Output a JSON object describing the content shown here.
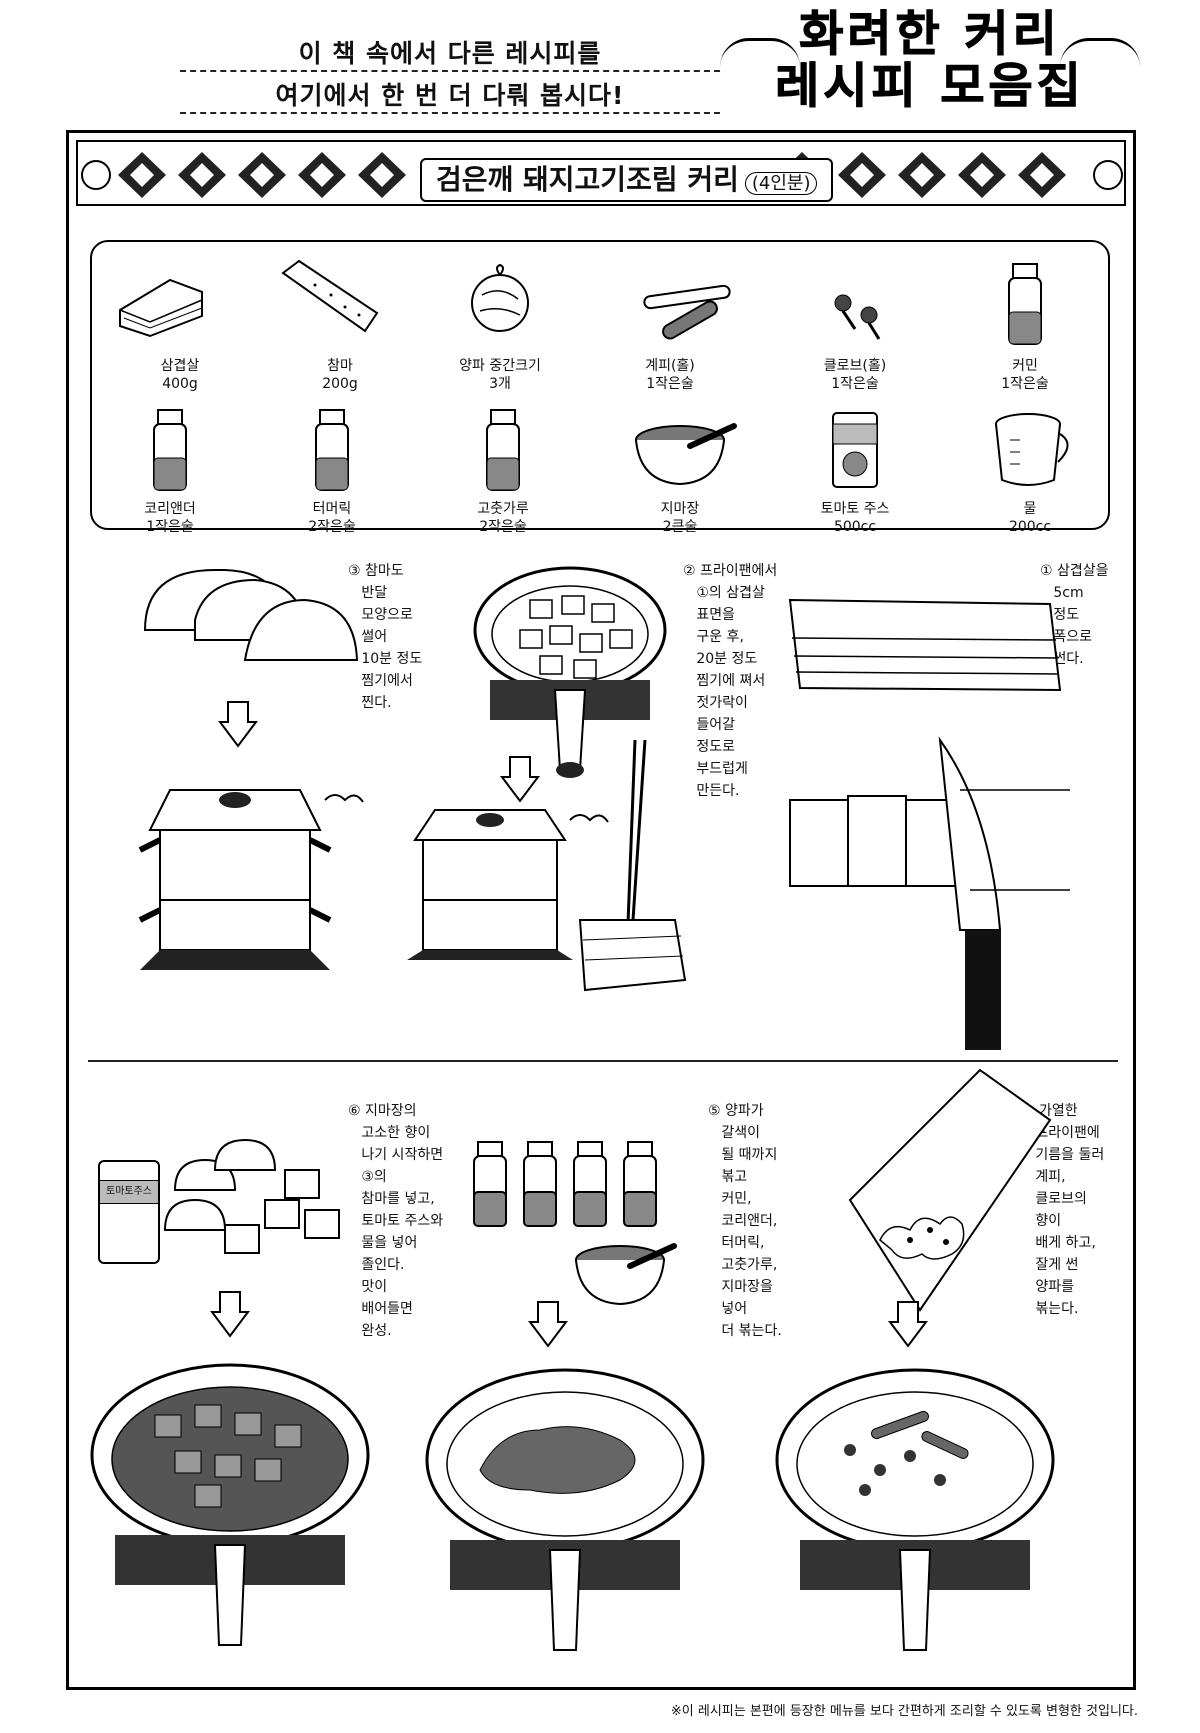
{
  "header": {
    "intro_line1": "이 책 속에서 다른 레시피를",
    "intro_line2": "여기에서 한 번 더 다뤄 봅시다!",
    "brand_line1": "화려한 커리",
    "brand_line2": "레시피 모음집"
  },
  "recipe": {
    "title": "검은깨 돼지고기조림 커리",
    "servings": "(4인분)"
  },
  "ingredients": [
    {
      "name": "삼겹살",
      "qty": "400g",
      "icon": "pork-belly-icon"
    },
    {
      "name": "참마",
      "qty": "200g",
      "icon": "yam-icon"
    },
    {
      "name": "양파 중간크기",
      "qty": "3개",
      "icon": "onion-icon"
    },
    {
      "name": "계피(홀)",
      "qty": "1작은술",
      "icon": "cinnamon-icon"
    },
    {
      "name": "클로브(홀)",
      "qty": "1작은술",
      "icon": "clove-icon"
    },
    {
      "name": "커민",
      "qty": "1작은술",
      "icon": "spice-jar-icon"
    },
    {
      "name": "코리앤더",
      "qty": "1작은술",
      "icon": "spice-jar-icon"
    },
    {
      "name": "터머릭",
      "qty": "2작은술",
      "icon": "spice-jar-icon"
    },
    {
      "name": "고춧가루",
      "qty": "2작은술",
      "icon": "spice-jar-icon"
    },
    {
      "name": "지마장",
      "qty": "2큰술",
      "icon": "sesame-paste-bowl-icon"
    },
    {
      "name": "토마토 주스",
      "qty": "500cc",
      "icon": "tomato-juice-can-icon"
    },
    {
      "name": "물",
      "qty": "200cc",
      "icon": "measuring-cup-icon"
    }
  ],
  "steps": [
    {
      "id": "step-1",
      "text": "① 삼겹살을\n   5cm\n   정도\n   폭으로\n   썬다."
    },
    {
      "id": "step-2",
      "text": "② 프라이팬에서\n   ①의 삼겹살\n   표면을\n   구운 후,\n   20분 정도\n   찜기에 쪄서\n   젓가락이\n   들어갈\n   정도로\n   부드럽게\n   만든다."
    },
    {
      "id": "step-3",
      "text": "③ 참마도\n   반달\n   모양으로\n   썰어\n   10분 정도\n   찜기에서\n   찐다."
    },
    {
      "id": "step-4",
      "text": "④ 가열한\n   프라이팬에\n   기름을 둘러\n   계피,\n   클로브의\n   향이\n   배게 하고,\n   잘게 썬\n   양파를\n   볶는다."
    },
    {
      "id": "step-5",
      "text": "⑤ 양파가\n   갈색이\n   될 때까지\n   볶고\n   커민,\n   코리앤더,\n   터머릭,\n   고춧가루,\n   지마장을\n   넣어\n   더 볶는다."
    },
    {
      "id": "step-6",
      "text": "⑥ 지마장의\n   고소한 향이\n   나기 시작하면\n   ③의\n   참마를 넣고,\n   토마토 주스와\n   물을 넣어\n   졸인다.\n   맛이\n   배어들면\n   완성."
    }
  ],
  "labels": {
    "can_label": "토마토주스"
  },
  "footnote": "※이 레시피는 본편에 등장한 메뉴를 보다 간편하게 조리할 수 있도록 변형한 것입니다."
}
